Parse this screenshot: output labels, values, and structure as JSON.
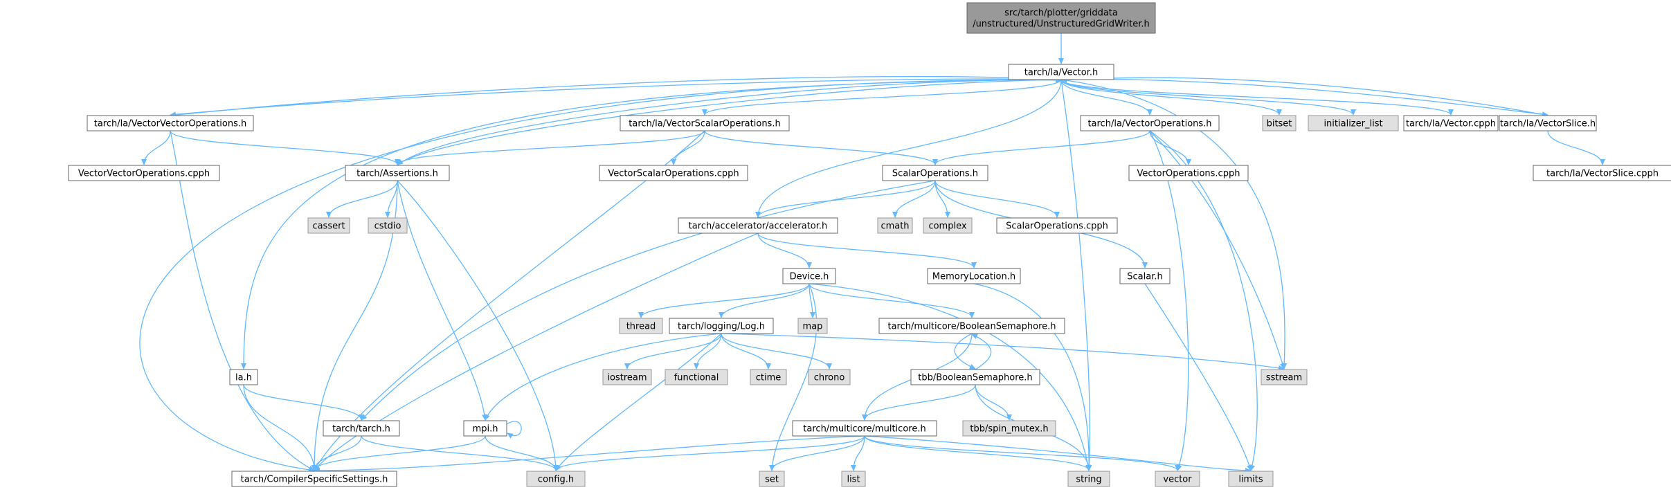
{
  "colors": {
    "edge": "#63b8ff",
    "node_border": "#666666",
    "system_fill": "#e0e0e0",
    "root_fill": "#999999"
  },
  "nodes": [
    {
      "id": "root",
      "lines": [
        "src/tarch/plotter/griddata",
        "/unstructured/UnstructuredGridWriter.h"
      ],
      "kind": "root"
    },
    {
      "id": "vector_h",
      "lines": [
        "tarch/la/Vector.h"
      ],
      "kind": "file"
    },
    {
      "id": "vvo_h",
      "lines": [
        "tarch/la/VectorVectorOperations.h"
      ],
      "kind": "file"
    },
    {
      "id": "vso_h",
      "lines": [
        "tarch/la/VectorScalarOperations.h"
      ],
      "kind": "file"
    },
    {
      "id": "vo_h",
      "lines": [
        "tarch/la/VectorOperations.h"
      ],
      "kind": "file"
    },
    {
      "id": "bitset",
      "lines": [
        "bitset"
      ],
      "kind": "system"
    },
    {
      "id": "init_list",
      "lines": [
        "initializer_list"
      ],
      "kind": "system"
    },
    {
      "id": "vector_cpph",
      "lines": [
        "tarch/la/Vector.cpph"
      ],
      "kind": "file"
    },
    {
      "id": "vslice_h",
      "lines": [
        "tarch/la/VectorSlice.h"
      ],
      "kind": "file"
    },
    {
      "id": "vvo_cpph",
      "lines": [
        "VectorVectorOperations.cpph"
      ],
      "kind": "file"
    },
    {
      "id": "assertions_h",
      "lines": [
        "tarch/Assertions.h"
      ],
      "kind": "file"
    },
    {
      "id": "vso_cpph",
      "lines": [
        "VectorScalarOperations.cpph"
      ],
      "kind": "file"
    },
    {
      "id": "so_h",
      "lines": [
        "ScalarOperations.h"
      ],
      "kind": "file"
    },
    {
      "id": "vo_cpph",
      "lines": [
        "VectorOperations.cpph"
      ],
      "kind": "file"
    },
    {
      "id": "vslice_cpph",
      "lines": [
        "tarch/la/VectorSlice.cpph"
      ],
      "kind": "file"
    },
    {
      "id": "cassert",
      "lines": [
        "cassert"
      ],
      "kind": "system"
    },
    {
      "id": "cstdio",
      "lines": [
        "cstdio"
      ],
      "kind": "system"
    },
    {
      "id": "accel_h",
      "lines": [
        "tarch/accelerator/accelerator.h"
      ],
      "kind": "file"
    },
    {
      "id": "cmath",
      "lines": [
        "cmath"
      ],
      "kind": "system"
    },
    {
      "id": "complex",
      "lines": [
        "complex"
      ],
      "kind": "system"
    },
    {
      "id": "so_cpph",
      "lines": [
        "ScalarOperations.cpph"
      ],
      "kind": "file"
    },
    {
      "id": "device_h",
      "lines": [
        "Device.h"
      ],
      "kind": "file"
    },
    {
      "id": "memloc_h",
      "lines": [
        "MemoryLocation.h"
      ],
      "kind": "file"
    },
    {
      "id": "scalar_h",
      "lines": [
        "Scalar.h"
      ],
      "kind": "file"
    },
    {
      "id": "thread",
      "lines": [
        "thread"
      ],
      "kind": "system"
    },
    {
      "id": "log_h",
      "lines": [
        "tarch/logging/Log.h"
      ],
      "kind": "file"
    },
    {
      "id": "map",
      "lines": [
        "map"
      ],
      "kind": "system"
    },
    {
      "id": "mc_bsem_h",
      "lines": [
        "tarch/multicore/BooleanSemaphore.h"
      ],
      "kind": "file"
    },
    {
      "id": "la_h",
      "lines": [
        "la.h"
      ],
      "kind": "file"
    },
    {
      "id": "iostream",
      "lines": [
        "iostream"
      ],
      "kind": "system"
    },
    {
      "id": "functional",
      "lines": [
        "functional"
      ],
      "kind": "system"
    },
    {
      "id": "ctime",
      "lines": [
        "ctime"
      ],
      "kind": "system"
    },
    {
      "id": "chrono",
      "lines": [
        "chrono"
      ],
      "kind": "system"
    },
    {
      "id": "tbb_bsem_h",
      "lines": [
        "tbb/BooleanSemaphore.h"
      ],
      "kind": "file"
    },
    {
      "id": "sstream",
      "lines": [
        "sstream"
      ],
      "kind": "system"
    },
    {
      "id": "tarch_h",
      "lines": [
        "tarch/tarch.h"
      ],
      "kind": "file"
    },
    {
      "id": "mpi_h",
      "lines": [
        "mpi.h"
      ],
      "kind": "file"
    },
    {
      "id": "multicore_h",
      "lines": [
        "tarch/multicore/multicore.h"
      ],
      "kind": "file"
    },
    {
      "id": "spin_mutex",
      "lines": [
        "tbb/spin_mutex.h"
      ],
      "kind": "system"
    },
    {
      "id": "csettings_h",
      "lines": [
        "tarch/CompilerSpecificSettings.h"
      ],
      "kind": "file"
    },
    {
      "id": "config_h",
      "lines": [
        "config.h"
      ],
      "kind": "system"
    },
    {
      "id": "set",
      "lines": [
        "set"
      ],
      "kind": "system"
    },
    {
      "id": "list",
      "lines": [
        "list"
      ],
      "kind": "system"
    },
    {
      "id": "string",
      "lines": [
        "string"
      ],
      "kind": "system"
    },
    {
      "id": "vector",
      "lines": [
        "vector"
      ],
      "kind": "system"
    },
    {
      "id": "limits",
      "lines": [
        "limits"
      ],
      "kind": "system"
    }
  ],
  "edges": [
    [
      "root",
      "vector_h"
    ],
    [
      "vector_h",
      "vvo_h"
    ],
    [
      "vector_h",
      "vso_h"
    ],
    [
      "vector_h",
      "vo_h"
    ],
    [
      "vector_h",
      "bitset"
    ],
    [
      "vector_h",
      "init_list"
    ],
    [
      "vector_h",
      "vector_cpph"
    ],
    [
      "vector_h",
      "vslice_h"
    ],
    [
      "vector_h",
      "assertions_h"
    ],
    [
      "vector_h",
      "accel_h"
    ],
    [
      "vector_h",
      "la_h"
    ],
    [
      "vector_h",
      "csettings_h"
    ],
    [
      "vector_h",
      "sstream"
    ],
    [
      "vector_h",
      "string"
    ],
    [
      "vvo_h",
      "vector_h"
    ],
    [
      "vvo_h",
      "vvo_cpph"
    ],
    [
      "vvo_h",
      "assertions_h"
    ],
    [
      "vvo_h",
      "csettings_h"
    ],
    [
      "vso_h",
      "assertions_h"
    ],
    [
      "vso_h",
      "vso_cpph"
    ],
    [
      "vso_h",
      "so_h"
    ],
    [
      "vso_h",
      "csettings_h"
    ],
    [
      "vo_h",
      "so_h"
    ],
    [
      "vo_h",
      "vo_cpph"
    ],
    [
      "vo_h",
      "sstream"
    ],
    [
      "vo_h",
      "vector"
    ],
    [
      "vo_h",
      "limits"
    ],
    [
      "vslice_h",
      "vector_h"
    ],
    [
      "vslice_h",
      "vslice_cpph"
    ],
    [
      "assertions_h",
      "vector_h"
    ],
    [
      "assertions_h",
      "cassert"
    ],
    [
      "assertions_h",
      "cstdio"
    ],
    [
      "assertions_h",
      "mpi_h"
    ],
    [
      "assertions_h",
      "csettings_h"
    ],
    [
      "assertions_h",
      "config_h"
    ],
    [
      "so_h",
      "accel_h"
    ],
    [
      "so_h",
      "cmath"
    ],
    [
      "so_h",
      "complex"
    ],
    [
      "so_h",
      "so_cpph"
    ],
    [
      "so_h",
      "scalar_h"
    ],
    [
      "so_h",
      "tarch_h"
    ],
    [
      "accel_h",
      "device_h"
    ],
    [
      "accel_h",
      "memloc_h"
    ],
    [
      "accel_h",
      "csettings_h"
    ],
    [
      "device_h",
      "thread"
    ],
    [
      "device_h",
      "log_h"
    ],
    [
      "device_h",
      "map"
    ],
    [
      "device_h",
      "mc_bsem_h"
    ],
    [
      "device_h",
      "set"
    ],
    [
      "device_h",
      "string"
    ],
    [
      "memloc_h",
      "string"
    ],
    [
      "scalar_h",
      "limits"
    ],
    [
      "log_h",
      "iostream"
    ],
    [
      "log_h",
      "functional"
    ],
    [
      "log_h",
      "ctime"
    ],
    [
      "log_h",
      "chrono"
    ],
    [
      "log_h",
      "sstream"
    ],
    [
      "log_h",
      "mpi_h"
    ],
    [
      "log_h",
      "config_h"
    ],
    [
      "mc_bsem_h",
      "tbb_bsem_h"
    ],
    [
      "mc_bsem_h",
      "multicore_h"
    ],
    [
      "tbb_bsem_h",
      "mc_bsem_h"
    ],
    [
      "tbb_bsem_h",
      "spin_mutex"
    ],
    [
      "tbb_bsem_h",
      "multicore_h"
    ],
    [
      "tbb_bsem_h",
      "string"
    ],
    [
      "la_h",
      "tarch_h"
    ],
    [
      "la_h",
      "csettings_h"
    ],
    [
      "tarch_h",
      "csettings_h"
    ],
    [
      "tarch_h",
      "config_h"
    ],
    [
      "mpi_h",
      "mpi_h"
    ],
    [
      "mpi_h",
      "csettings_h"
    ],
    [
      "mpi_h",
      "config_h"
    ],
    [
      "multicore_h",
      "csettings_h"
    ],
    [
      "multicore_h",
      "config_h"
    ],
    [
      "multicore_h",
      "set"
    ],
    [
      "multicore_h",
      "list"
    ],
    [
      "multicore_h",
      "string"
    ],
    [
      "multicore_h",
      "vector"
    ],
    [
      "multicore_h",
      "limits"
    ]
  ]
}
